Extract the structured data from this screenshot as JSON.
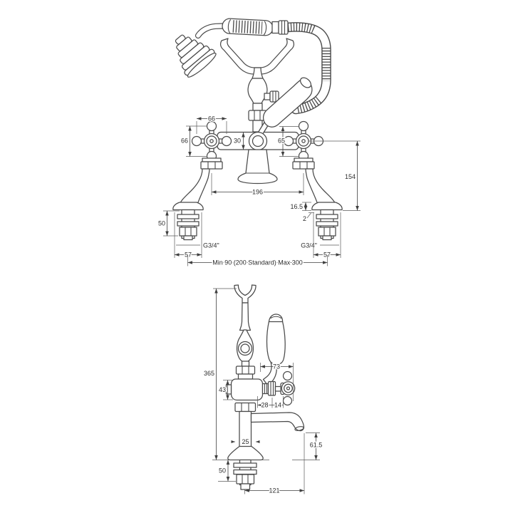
{
  "colors": {
    "line": "#4a4a4a",
    "dimension": "#3f3f3f",
    "text": "#2e2e2e",
    "background": "#ffffff"
  },
  "front_view": {
    "handle_width_label": "66",
    "handle_height_label": "66",
    "body_width_label": "30",
    "handle_offset_label": "65",
    "deck_to_handle_height_label": "154",
    "handle_centres_label": "196",
    "base_height_label": "16.5",
    "base_step_label": "2",
    "tail_length_label": "50",
    "thread_left_label": "G3/4\"",
    "thread_right_label": "G3/4\"",
    "base_width_left_label": "57",
    "base_width_right_label": "57",
    "inlet_centres_label": "Min 90 (200 Standard) Max 300"
  },
  "side_view": {
    "overall_height_label": "365",
    "handle_width_label": "73",
    "body_height_label": "43",
    "valve_depth_label": "28",
    "handle_clearance_label": "14",
    "column_width_label": "25",
    "spout_height_label": "61.5",
    "tail_length_label": "50",
    "spout_reach_label": "121"
  }
}
